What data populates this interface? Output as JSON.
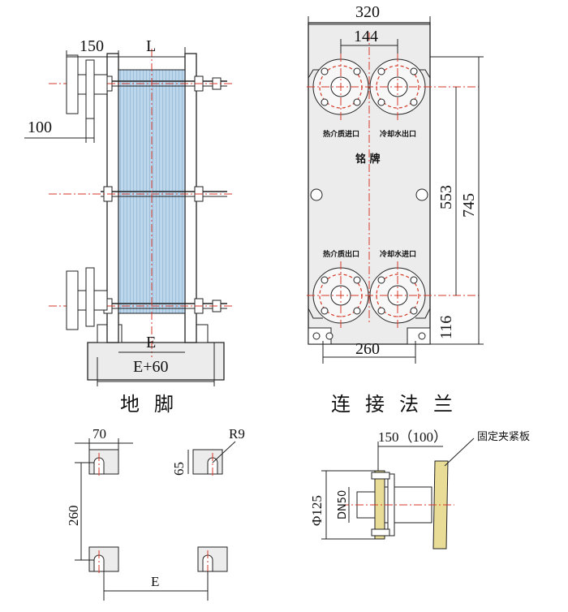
{
  "side_view": {
    "dim_150": "150",
    "dim_L": "L",
    "dim_100": "100",
    "dim_E": "E",
    "dim_E60": "E+60"
  },
  "front_view": {
    "dim_320": "320",
    "dim_144": "144",
    "dim_553": "553",
    "dim_745": "745",
    "dim_116": "116",
    "dim_260": "260",
    "label_hot_in": "热介质进口",
    "label_cool_out": "冷却水出口",
    "label_hot_out": "热介质出口",
    "label_cool_in": "冷却水进口",
    "nameplate": "铭 牌"
  },
  "section_titles": {
    "foot": "地脚",
    "flange": "连接法兰"
  },
  "foot_detail": {
    "dim_70": "70",
    "dim_R9": "R9",
    "dim_65": "65",
    "dim_260": "260",
    "dim_E": "E"
  },
  "flange_detail": {
    "dim_150_100": "150（100）",
    "label_plate": "固定夹紧板",
    "dim_125": "Φ125",
    "dim_DN50": "DN50"
  },
  "colors": {
    "line": "#222222",
    "centerline": "#d43a2a",
    "plates": "#a8c8e0",
    "flange_fill": "#e8dc96"
  }
}
